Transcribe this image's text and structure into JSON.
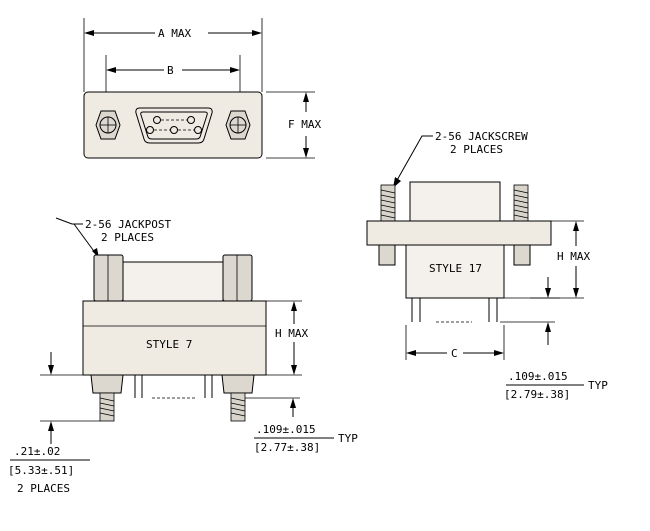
{
  "top_view": {
    "dim_a": "A MAX",
    "dim_b": "B",
    "dim_f": "F MAX"
  },
  "style17": {
    "callout_line1": "2-56 JACKSCREW",
    "callout_line2": "2 PLACES",
    "label": "STYLE 17",
    "dim_h": "H MAX",
    "dim_c": "C",
    "tol_num": ".109±.015",
    "tol_mm": "[2.79±.38]",
    "tol_suffix": "TYP"
  },
  "style7": {
    "callout_line1": "2-56 JACKPOST",
    "callout_line2": "2 PLACES",
    "label": "STYLE 7",
    "dim_h": "H MAX",
    "tol_num": ".109±.015",
    "tol_mm": "[2.77±.38]",
    "tol_suffix": "TYP",
    "post_num": ".21±.02",
    "post_mm": "[5.33±.51]",
    "post_note": "2 PLACES"
  }
}
